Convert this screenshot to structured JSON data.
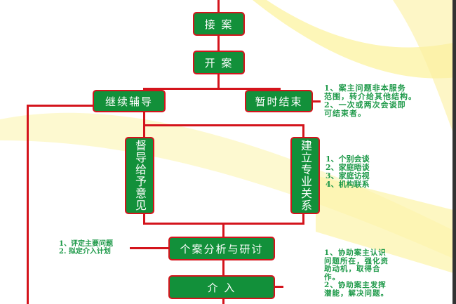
{
  "nodes": {
    "intake": "接 案",
    "open": "开 案",
    "continue": "继续辅导",
    "end_temp": "暂时结束",
    "supervise": "督导给予意见",
    "relationship": "建立专业关系",
    "analysis": "个案分析与研讨",
    "intervene": "介 入"
  },
  "notes": {
    "end_temp": [
      "1、案主问题非本服务",
      "范围，转介给其他结构。",
      "2、一次或两次会谈即",
      "可结束者。"
    ],
    "relationship": [
      "1、个别会谈",
      "2、家庭晤谈",
      "3、家庭访视",
      "4、机构联系"
    ],
    "analysis": [
      "1、评定主要问题",
      "2. 拟定介入计划"
    ],
    "intervene": [
      "1、协助案主认识",
      "问题所在，强化资",
      "助动机，取得合",
      "作。",
      "2、协助案主发挥",
      "潜能，解决问题。"
    ]
  },
  "colors": {
    "box": "#12903a",
    "line": "#d4141c",
    "note": "#1f9a4a",
    "swoosh": "#fbf3a0"
  }
}
